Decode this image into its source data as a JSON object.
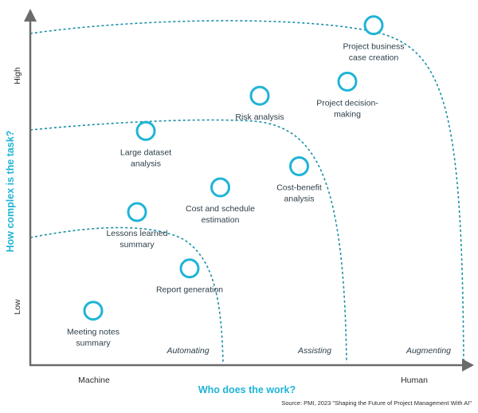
{
  "chart_data": {
    "type": "scatter",
    "title": "",
    "xlabel": "Who does the work?",
    "ylabel": "How complex is the task?",
    "x_ticks": [
      "Machine",
      "Human"
    ],
    "y_ticks": [
      "Low",
      "High"
    ],
    "xlim": [
      0,
      1
    ],
    "ylim": [
      0,
      1
    ],
    "zones": [
      "Automating",
      "Assisting",
      "Augmenting"
    ],
    "points": [
      {
        "label": [
          "Meeting notes",
          "summary"
        ],
        "x": 0.14,
        "y": 0.15
      },
      {
        "label": [
          "Report generation"
        ],
        "x": 0.36,
        "y": 0.27
      },
      {
        "label": [
          "Lessons learned",
          "summary"
        ],
        "x": 0.24,
        "y": 0.43
      },
      {
        "label": [
          "Cost and schedule",
          "estimation"
        ],
        "x": 0.43,
        "y": 0.5
      },
      {
        "label": [
          "Large dataset",
          "analysis"
        ],
        "x": 0.26,
        "y": 0.66
      },
      {
        "label": [
          "Risk analysis"
        ],
        "x": 0.52,
        "y": 0.76
      },
      {
        "label": [
          "Cost-benefit",
          "analysis"
        ],
        "x": 0.61,
        "y": 0.56
      },
      {
        "label": [
          "Project decision-",
          "making"
        ],
        "x": 0.72,
        "y": 0.8
      },
      {
        "label": [
          "Project business",
          "case creation"
        ],
        "x": 0.78,
        "y": 0.96
      }
    ],
    "grid": false,
    "legend": "none"
  },
  "source": "Source: PMI, 2023 \"Shaping the Future of Project Management With AI\""
}
